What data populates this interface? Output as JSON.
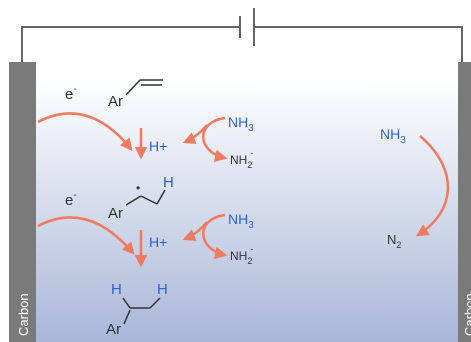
{
  "colors": {
    "arrow": "#f07a5f",
    "proton": "#2f5fd8",
    "text": "#333333",
    "electrode": "#7a7a7a",
    "wire": "#666666",
    "electrolyte_top": "#ffffff",
    "electrolyte_bottom": "#a9b6d8"
  },
  "electrodes": {
    "left_label": "Carbon",
    "right_label": "Carbon"
  },
  "step1": {
    "electron": "e",
    "electron_sup": "-",
    "reactant_ar": "Ar",
    "proton": "H+",
    "nh3": "NH",
    "nh3_sub": "3",
    "nh2": "NH",
    "nh2_sub": "2",
    "nh2_sup": "-"
  },
  "intermediate": {
    "ar": "Ar",
    "radical": "•",
    "h": "H"
  },
  "step2": {
    "electron": "e",
    "electron_sup": "-",
    "proton": "H+",
    "nh3": "NH",
    "nh3_sub": "3",
    "nh2": "NH",
    "nh2_sub": "2",
    "nh2_sup": "-"
  },
  "product": {
    "ar": "Ar",
    "h_left": "H",
    "h_right": "H"
  },
  "anode": {
    "nh3": "NH",
    "nh3_sub": "3",
    "n2": "N",
    "n2_sub": "2"
  }
}
